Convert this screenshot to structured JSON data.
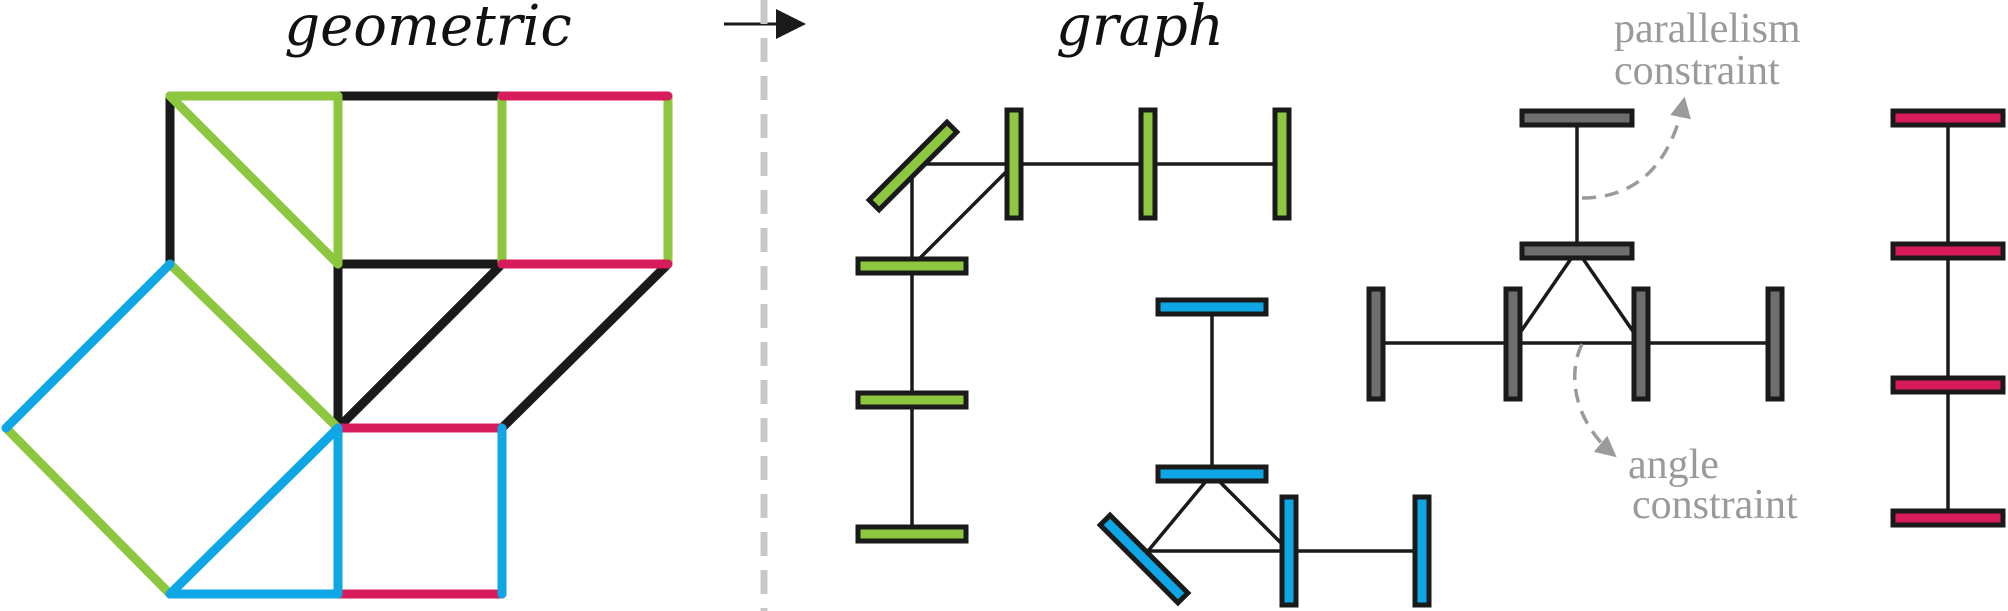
{
  "titles": {
    "left": "geometric",
    "right": "graph"
  },
  "annotations": {
    "parallelism": [
      "parallelism",
      "constraint"
    ],
    "angle": [
      "angle",
      "constraint"
    ]
  },
  "colors": {
    "black": "#1a1a1a",
    "green": "#8dc63f",
    "blue": "#0ea6e4",
    "red": "#d81b5a",
    "gray": "#6e6e6e",
    "divider": "#c8c8c8",
    "annotation": "#9a9a9a"
  },
  "icons": [
    "right-arrow-icon",
    "dashed-curved-arrow-icon"
  ]
}
